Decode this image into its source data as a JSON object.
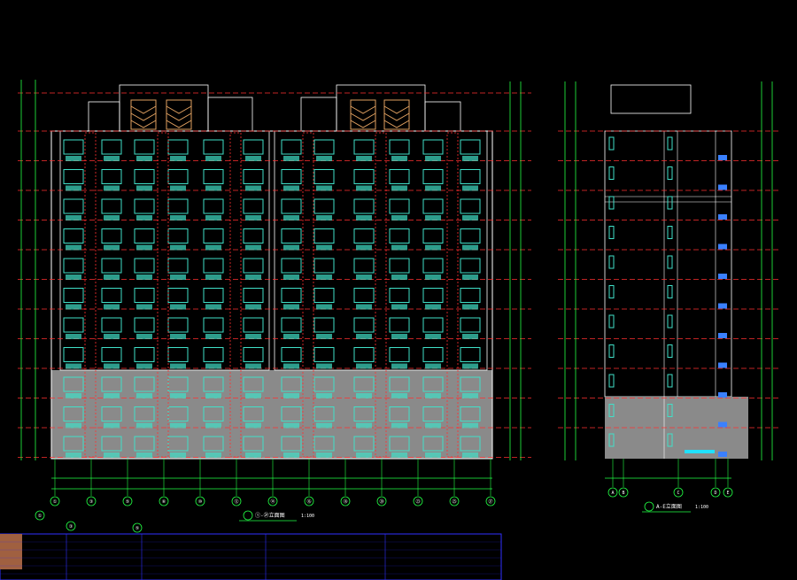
{
  "front_elevation": {
    "axis_labels_bottom": [
      "①",
      "③",
      "⑤",
      "⑥",
      "⑩",
      "⑫",
      "⑭",
      "⑯",
      "⑱",
      "⑳",
      "㉓",
      "㉕",
      "㉗"
    ],
    "axis_labels_lower": [
      "①",
      "③",
      "⑤"
    ],
    "title": "①-㉗立面图",
    "scale": "1:100"
  },
  "side_elevation": {
    "axis_labels_bottom": [
      "A",
      "B",
      "C",
      "D",
      "E"
    ],
    "title": "A-E立面图",
    "scale": "1:100"
  },
  "colors": {
    "background": "#000000",
    "outline": "#ffffff",
    "grid_red": "#ff3030",
    "dimension_green": "#22ff44",
    "window_cyan": "#40e0c8",
    "facade_gray": "#8a8a8a",
    "roof_orange": "#e0a060",
    "title_frame_blue": "#3030ff",
    "legend_brown": "#a06040"
  }
}
